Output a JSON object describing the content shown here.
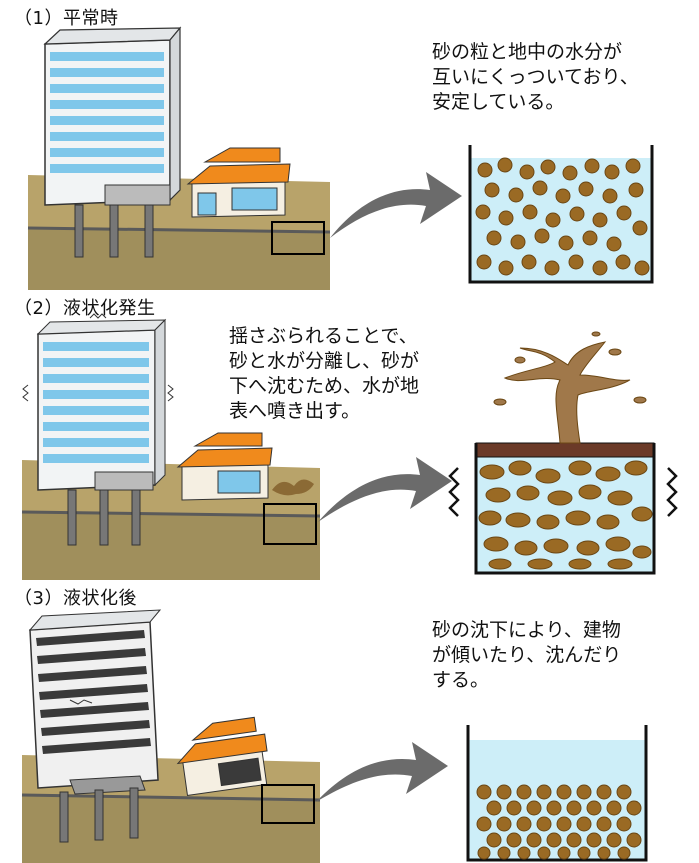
{
  "panels": [
    {
      "title": "（1）平常時",
      "description": "砂の粒と地中の水分が\n互いにくっついており、\n安定している。"
    },
    {
      "title": "（2）液状化発生",
      "description": "揺さぶられることで、\n砂と水が分離し、砂が\n下へ沈むため、水が地\n表へ噴き出す。"
    },
    {
      "title": "（3）液状化後",
      "description": "砂の沈下により、建物\nが傾いたり、沈んだり\nする。"
    }
  ],
  "colors": {
    "ground_surface": "#b8a36a",
    "soil": "#a08f5c",
    "water": "#cdeef8",
    "sand_grain": "#9a6a24",
    "building_window": "#7fc7ea",
    "house_roof": "#f08a1c",
    "arrow": "#6b6b6b"
  }
}
